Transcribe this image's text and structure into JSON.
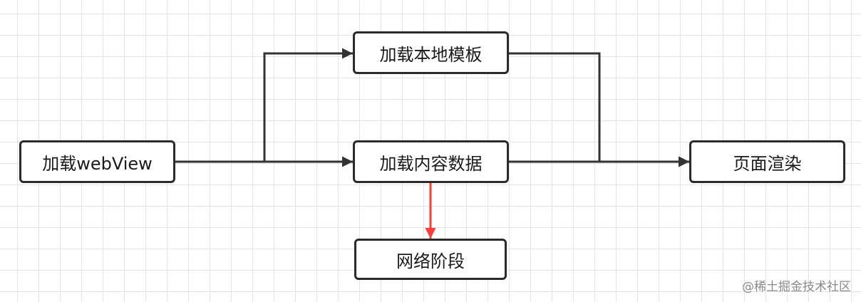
{
  "nodes": {
    "load_webview": "加载webView",
    "load_local_template": "加载本地模板",
    "load_content_data": "加载内容数据",
    "page_render": "页面渲染",
    "network_stage": "网络阶段"
  },
  "edges": [
    {
      "from": "加载webView",
      "to": "加载本地模板",
      "color": "#333333"
    },
    {
      "from": "加载webView",
      "to": "加载内容数据",
      "color": "#333333"
    },
    {
      "from": "加载本地模板",
      "to": "页面渲染",
      "color": "#333333"
    },
    {
      "from": "加载内容数据",
      "to": "页面渲染",
      "color": "#333333"
    },
    {
      "from": "加载内容数据",
      "to": "网络阶段",
      "color": "#ff3b3b"
    }
  ],
  "watermark": "@稀土掘金技术社区"
}
